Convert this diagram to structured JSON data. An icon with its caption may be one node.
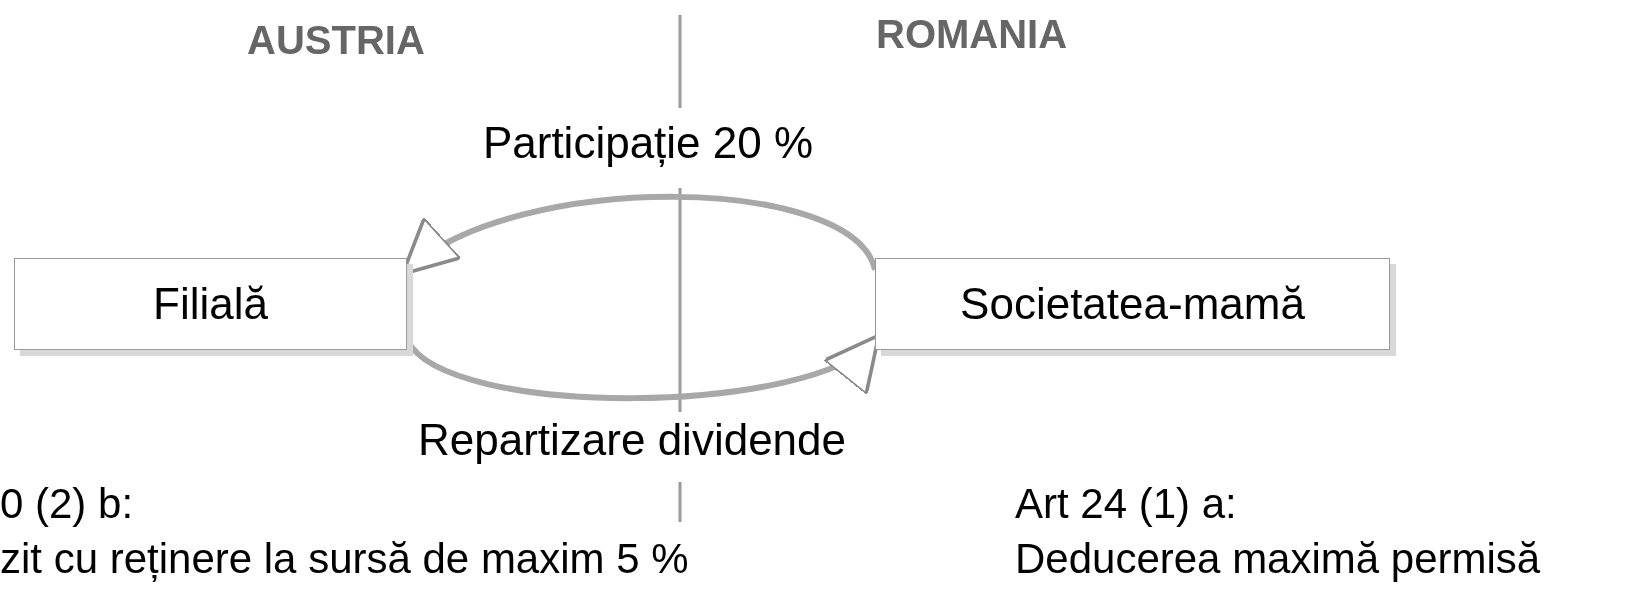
{
  "diagram": {
    "nodes": [
      {
        "text": [
          "Filială"
        ]
      },
      {
        "text": [
          "Societatea-mamă"
        ]
      }
    ],
    "edges": [
      {
        "from": 1,
        "to": 0,
        "arrow": "to",
        "label": "Participație 20 %"
      },
      {
        "from": 0,
        "to": 1,
        "arrow": "to",
        "label": "Repartizare dividende"
      }
    ],
    "labels": [
      "AUSTRIA",
      "ROMANIA",
      "0 (2) b:",
      "Art 24 (1) a:",
      "zit cu reținere la sursă de maxim 5 %",
      "Deducerea maximă permisă"
    ]
  }
}
